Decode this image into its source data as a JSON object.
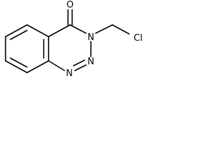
{
  "molecule": {
    "atoms": {
      "carbonyl_oxygen": "O",
      "ring_nitrogen_3": "N",
      "ring_nitrogen_2": "N",
      "ring_nitrogen_1": "N",
      "chlorine": "Cl"
    },
    "colors": {
      "bond": "#000000",
      "label": "#000000",
      "background": "#ffffff"
    }
  }
}
